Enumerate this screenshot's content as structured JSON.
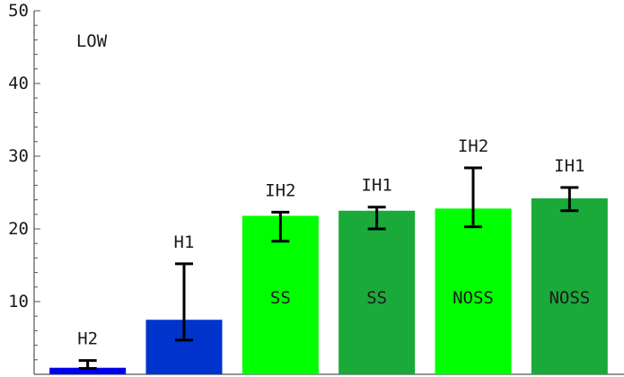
{
  "chart_data": {
    "type": "bar",
    "ylim": [
      0,
      50
    ],
    "yticks": [
      10,
      20,
      30,
      40,
      50
    ],
    "grid": false,
    "annotation": "LOW",
    "bars": [
      {
        "top_label": "H2",
        "inner_label": "",
        "value": 0.9,
        "err_low": 0.8,
        "err_high": 1.9,
        "color": "#0000ee"
      },
      {
        "top_label": "H1",
        "inner_label": "",
        "value": 7.5,
        "err_low": 4.7,
        "err_high": 15.2,
        "color": "#0033cc"
      },
      {
        "top_label": "IH2",
        "inner_label": "SS",
        "value": 21.8,
        "err_low": 18.3,
        "err_high": 22.3,
        "color": "#00ff00"
      },
      {
        "top_label": "IH1",
        "inner_label": "SS",
        "value": 22.5,
        "err_low": 20.0,
        "err_high": 23.0,
        "color": "#1aaa3a"
      },
      {
        "top_label": "IH2",
        "inner_label": "NOSS",
        "value": 22.8,
        "err_low": 20.3,
        "err_high": 28.4,
        "color": "#00ff00"
      },
      {
        "top_label": "IH1",
        "inner_label": "NOSS",
        "value": 24.2,
        "err_low": 22.5,
        "err_high": 25.7,
        "color": "#1aaa3a"
      }
    ]
  }
}
